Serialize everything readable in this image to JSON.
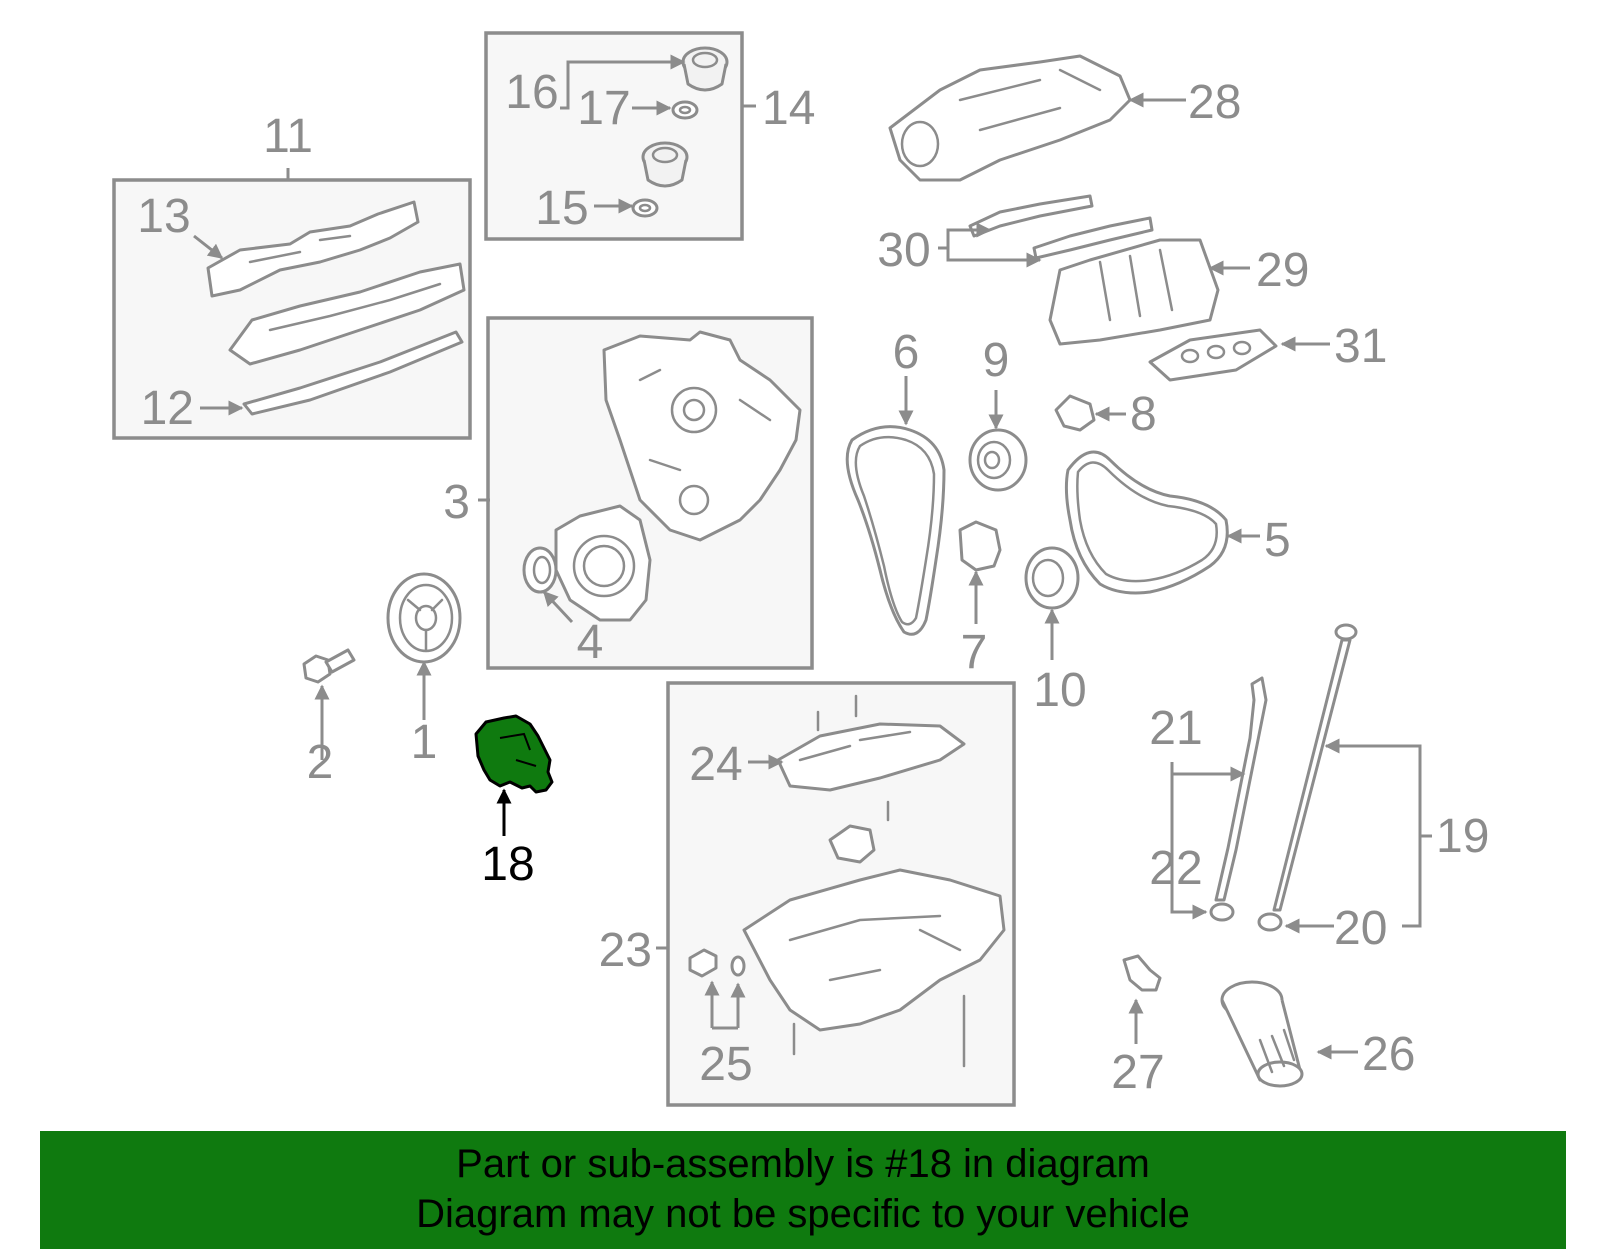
{
  "highlight_color": "#0f7a0f",
  "callouts": {
    "c1": "1",
    "c2": "2",
    "c3": "3",
    "c4": "4",
    "c5": "5",
    "c6": "6",
    "c7": "7",
    "c8": "8",
    "c9": "9",
    "c10": "10",
    "c11": "11",
    "c12": "12",
    "c13": "13",
    "c14": "14",
    "c15": "15",
    "c16": "16",
    "c17": "17",
    "c18": "18",
    "c19": "19",
    "c20": "20",
    "c21": "21",
    "c22": "22",
    "c23": "23",
    "c24": "24",
    "c25": "25",
    "c26": "26",
    "c27": "27",
    "c28": "28",
    "c29": "29",
    "c30": "30",
    "c31": "31"
  },
  "banner": {
    "line1": "Part or sub-assembly is #18 in diagram",
    "line2": "Diagram may not be specific to your vehicle"
  }
}
